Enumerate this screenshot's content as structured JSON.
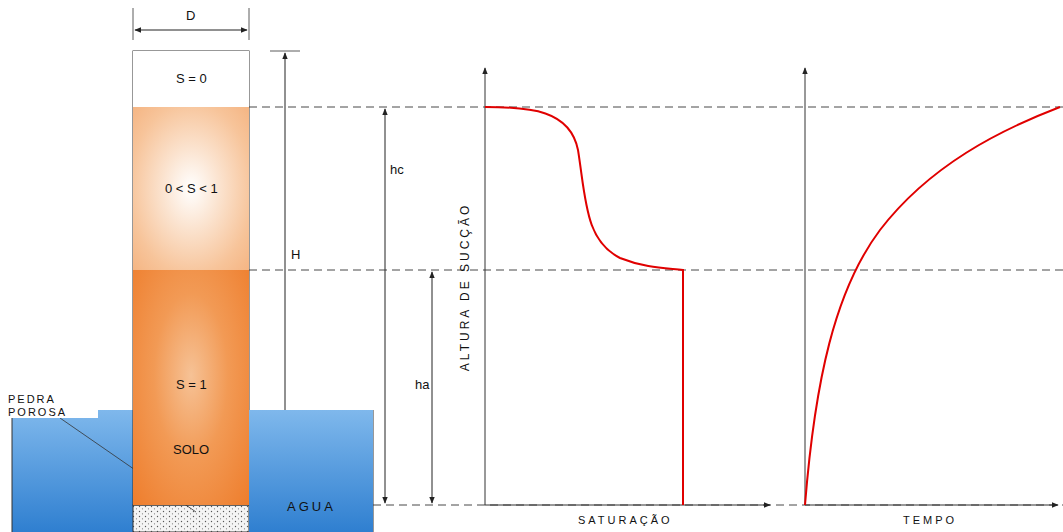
{
  "diagram": {
    "nodes": [
      {
        "text": [
          "S = 0"
        ]
      },
      {
        "text": [
          "0 < S < 1"
        ]
      },
      {
        "text": [
          "S = 1",
          "SOLO"
        ]
      },
      {
        "text": [
          "AGUA"
        ]
      }
    ],
    "labels": [
      "D",
      "H",
      "hc",
      "ha",
      "PEDRA POROSA",
      "ALTURA DE SUCÇÃO",
      "SATURAÇÃO",
      "TEMPO"
    ]
  }
}
